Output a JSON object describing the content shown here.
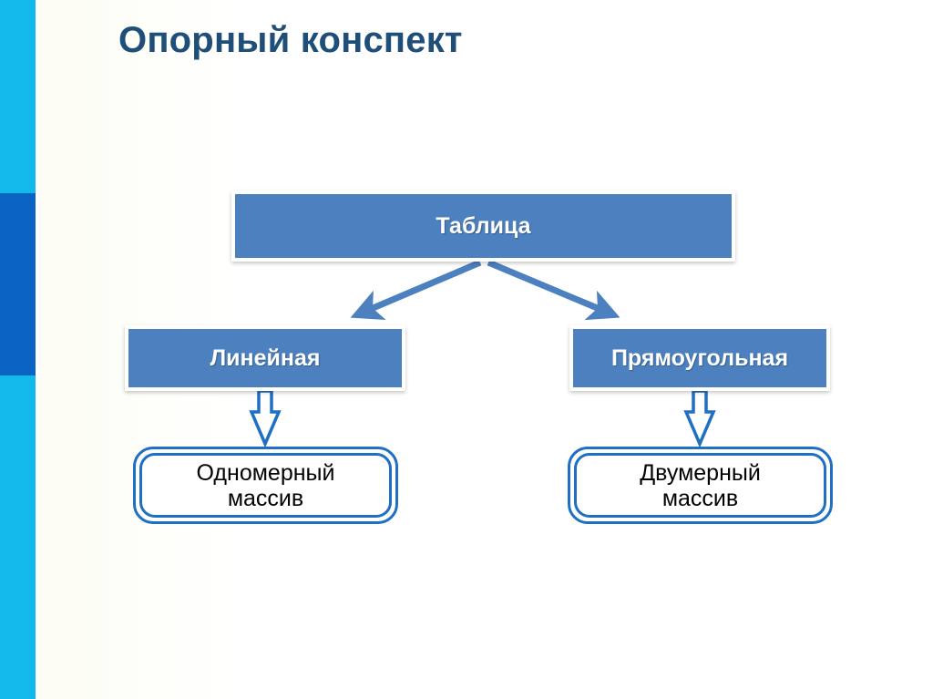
{
  "slide": {
    "title": "Опорный конспект",
    "background_color": "#ffffff",
    "title_color": "#1f4e79"
  },
  "sidebar": {
    "segments": [
      {
        "name": "cyan-top",
        "color": "#14b9ec"
      },
      {
        "name": "dark-accent",
        "color": "#0b63c4"
      },
      {
        "name": "cyan-bottom",
        "color": "#14b9ec"
      }
    ]
  },
  "diagram": {
    "type": "hierarchy",
    "root": {
      "label": "Таблица",
      "fill": "#4d80bf",
      "text_color": "#ffffff"
    },
    "branches": [
      {
        "label": "Линейная",
        "fill": "#4d80bf",
        "text_color": "#ffffff",
        "leaf": {
          "label": "Одномерный массив",
          "line1": "Одномерный",
          "line2": "массив",
          "outline": "#1f6fc4",
          "fill": "#ffffff",
          "text_color": "#000000"
        }
      },
      {
        "label": "Прямоугольная",
        "fill": "#4d80bf",
        "text_color": "#ffffff",
        "leaf": {
          "label": "Двумерный массив",
          "line1": "Двумерный",
          "line2": "массив",
          "outline": "#1f6fc4",
          "fill": "#ffffff",
          "text_color": "#000000"
        }
      }
    ],
    "connectors": [
      {
        "name": "root-to-left-branch",
        "style": "line-arrow",
        "color": "#4d80bf"
      },
      {
        "name": "root-to-right-branch",
        "style": "line-arrow",
        "color": "#4d80bf"
      },
      {
        "name": "left-branch-to-leaf",
        "style": "block-arrow",
        "color": "#1f6fc4"
      },
      {
        "name": "right-branch-to-leaf",
        "style": "block-arrow",
        "color": "#1f6fc4"
      }
    ]
  }
}
